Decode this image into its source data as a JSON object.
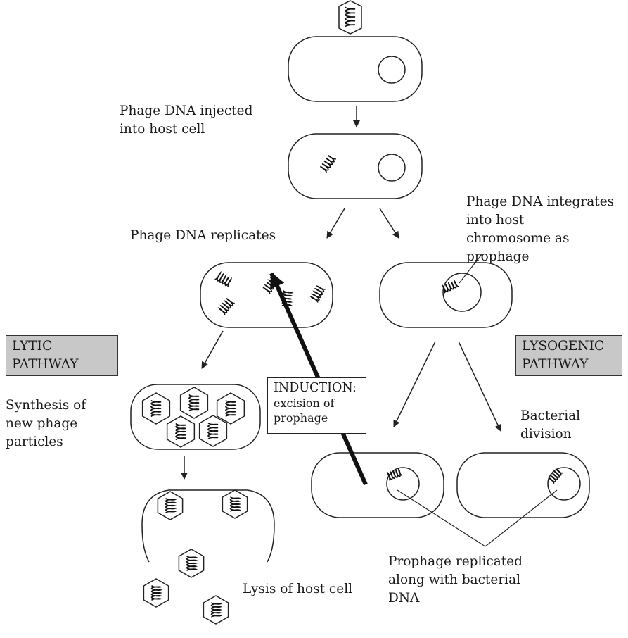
{
  "labels": {
    "injected": "Phage DNA injected\ninto host cell",
    "replicates": "Phage DNA replicates",
    "integrates": "Phage DNA integrates\ninto host\nchromosome as\nprophage",
    "synthesis": "Synthesis of\nnew phage\nparticles",
    "bacterial_division": "Bacterial\ndivision",
    "lysis": "Lysis of host cell",
    "prophage_replicated": "Prophage replicated\nalong with bacterial\nDNA"
  },
  "pathways": {
    "lytic": "LYTIC\nPATHWAY",
    "lysogenic": "LYSOGENIC\nPATHWAY"
  },
  "induction": {
    "title": "INDUCTION:",
    "body": "excision of\nprophage"
  },
  "colors": {
    "stroke": "#222222",
    "pathway_box_fill": "#c8c8c8"
  }
}
